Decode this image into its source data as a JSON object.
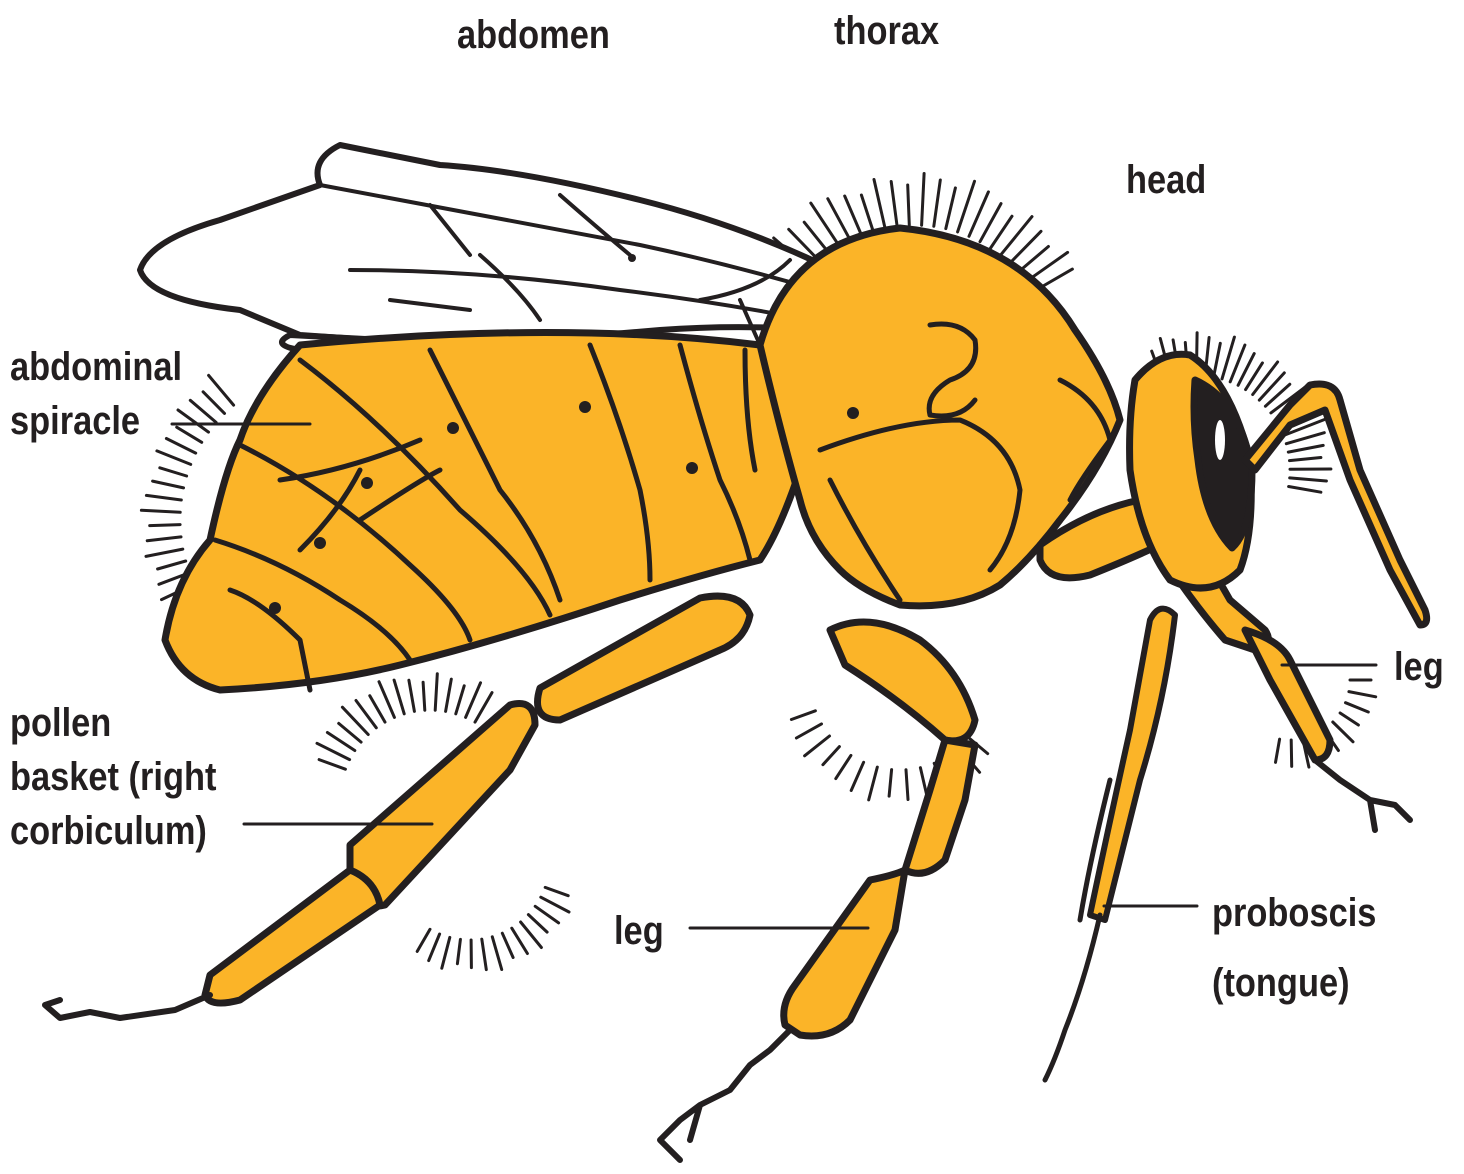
{
  "diagram": {
    "labels": {
      "abdomen": "abdomen",
      "thorax": "thorax",
      "head": "head",
      "abdominal_spiracle": "abdominal\nspiracle",
      "pollen_basket": "pollen\nbasket (right\ncorbiculum)",
      "leg_middle": "leg",
      "leg_front": "leg",
      "proboscis": "proboscis\n(tongue)"
    },
    "colors": {
      "body_fill": "#fbb428",
      "outline": "#231f20",
      "wing_fill": "#ffffff",
      "text": "#231f20"
    }
  }
}
